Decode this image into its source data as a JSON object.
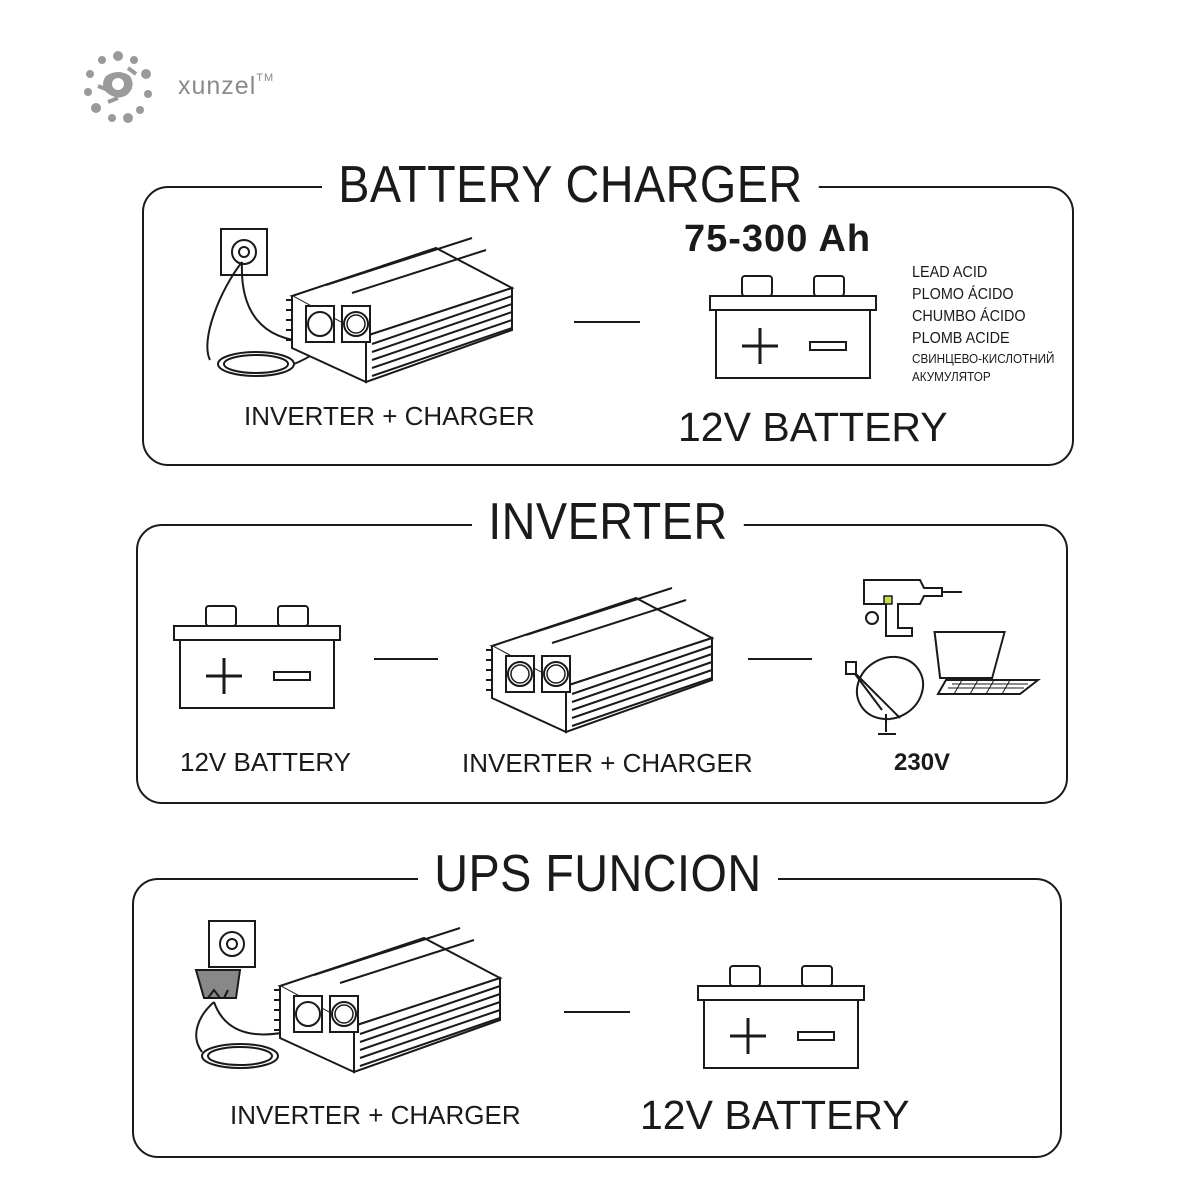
{
  "brand": {
    "name": "xunzel",
    "tm": "TM"
  },
  "panels": {
    "charger": {
      "title": "BATTERY CHARGER",
      "capacity": "75-300 Ah",
      "device_label": "INVERTER + CHARGER",
      "battery_label": "12V BATTERY",
      "battery_types": [
        "LEAD ACID",
        "PLOMO ÁCIDO",
        "CHUMBO ÁCIDO",
        "PLOMB ACIDE",
        "СВИНЦЕВО-КИСЛОТНИЙ",
        "АКУМУЛЯТОР"
      ]
    },
    "inverter": {
      "title": "INVERTER",
      "battery_label": "12V BATTERY",
      "device_label": "INVERTER + CHARGER",
      "output_label": "230V"
    },
    "ups": {
      "title": "UPS FUNCION",
      "device_label": "INVERTER + CHARGER",
      "battery_label": "12V BATTERY"
    }
  },
  "icons": [
    "brand-logo-icon",
    "wall-outlet-icon",
    "power-cable-icon",
    "inverter-charger-icon",
    "battery-icon",
    "drill-icon",
    "laptop-icon",
    "satellite-dish-icon",
    "plug-icon"
  ],
  "colors": {
    "line": "#1a1a1a",
    "logo": "#8a8a8a",
    "plug_fill": "#888888"
  }
}
